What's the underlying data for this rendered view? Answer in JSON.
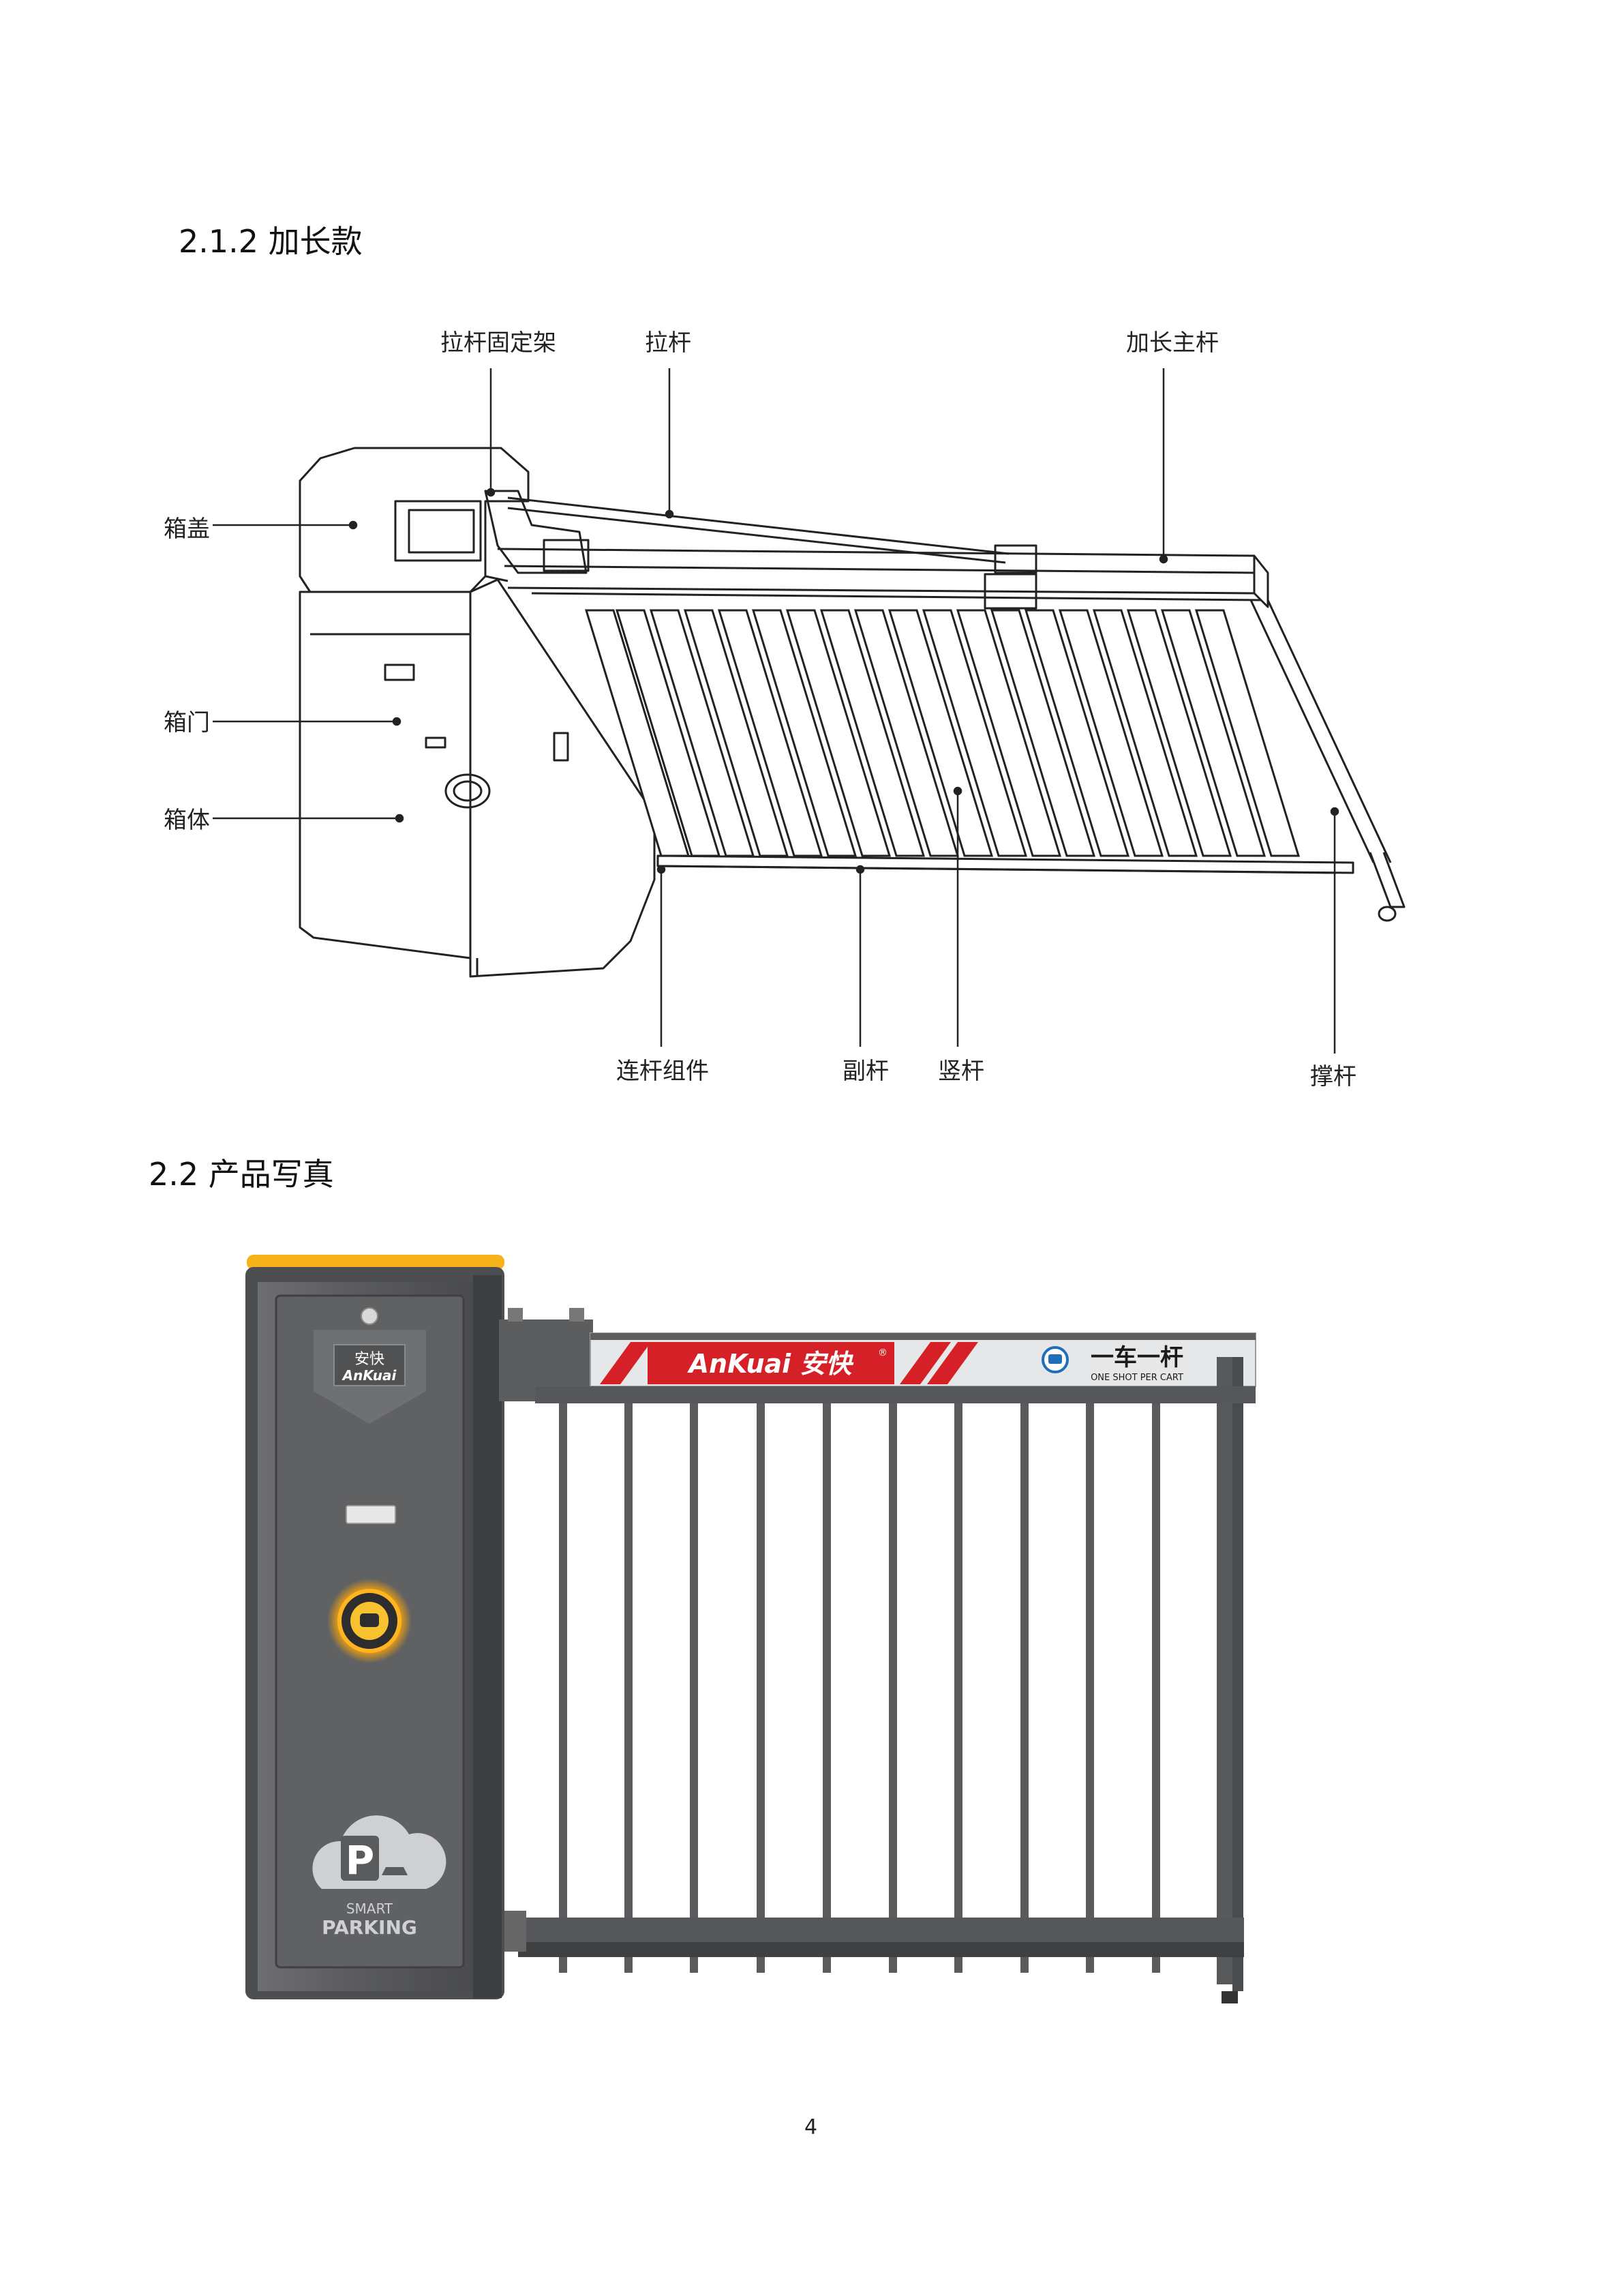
{
  "section_2_1_2": {
    "heading": "2.1.2 加长款",
    "labels": {
      "fixing_bracket": "拉杆固定架",
      "pull_rod": "拉杆",
      "extended_main_pole": "加长主杆",
      "box_cover": "箱盖",
      "box_door": "箱门",
      "box_body": "箱体",
      "linkage_assembly": "连杆组件",
      "auxiliary_pole": "副杆",
      "vertical_bar": "竖杆",
      "support_pole": "撑杆"
    }
  },
  "section_2_2": {
    "heading": "2.2 产品写真",
    "cabinet_logo": {
      "chinese": "安快",
      "brand": "AnKuai"
    },
    "boom_logo": {
      "brand": "AnKuai 安快",
      "registered": "®"
    },
    "slogan": {
      "chinese": "一车一杆",
      "english": "ONE SHOT PER CART"
    },
    "parking": {
      "small": "SMART",
      "large": "PARKING",
      "letter": "P"
    }
  },
  "page_number": "4"
}
